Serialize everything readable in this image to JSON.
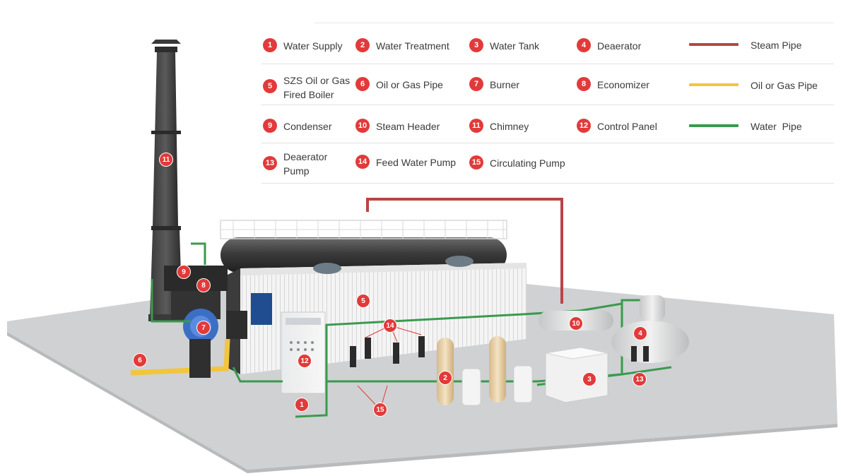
{
  "legend": {
    "items": [
      {
        "num": "1",
        "label": "Water Supply"
      },
      {
        "num": "2",
        "label": "Water Treatment"
      },
      {
        "num": "3",
        "label": "Water Tank"
      },
      {
        "num": "4",
        "label": "Deaerator"
      },
      {
        "num": "5",
        "label": "SZS Oil or Gas\nFired Boiler"
      },
      {
        "num": "6",
        "label": "Oil or Gas Pipe"
      },
      {
        "num": "7",
        "label": "Burner"
      },
      {
        "num": "8",
        "label": "Economizer"
      },
      {
        "num": "9",
        "label": "Condenser"
      },
      {
        "num": "10",
        "label": "Steam Header"
      },
      {
        "num": "11",
        "label": "Chimney"
      },
      {
        "num": "12",
        "label": "Control Panel"
      },
      {
        "num": "13",
        "label": "Deaerator\nPump"
      },
      {
        "num": "14",
        "label": "Feed Water Pump"
      },
      {
        "num": "15",
        "label": "Circulating Pump"
      }
    ],
    "pipes": [
      {
        "label": "Steam Pipe",
        "color": "#b84545"
      },
      {
        "label": "Oil or Gas Pipe",
        "color": "#f2c53d"
      },
      {
        "label": "Water  Pipe",
        "color": "#3a9a4e"
      }
    ]
  },
  "markers": {
    "m1": "1",
    "m2": "2",
    "m3": "3",
    "m4": "4",
    "m5": "5",
    "m6": "6",
    "m7": "7",
    "m8": "8",
    "m9": "9",
    "m10": "10",
    "m11": "11",
    "m12": "12",
    "m13": "13",
    "m14": "14",
    "m15": "15"
  },
  "colors": {
    "badge": "#e23a3a",
    "steam_pipe": "#b84545",
    "oil_pipe": "#f2c53d",
    "water_pipe": "#3a9a4e",
    "ground": "#cfd1d3"
  }
}
